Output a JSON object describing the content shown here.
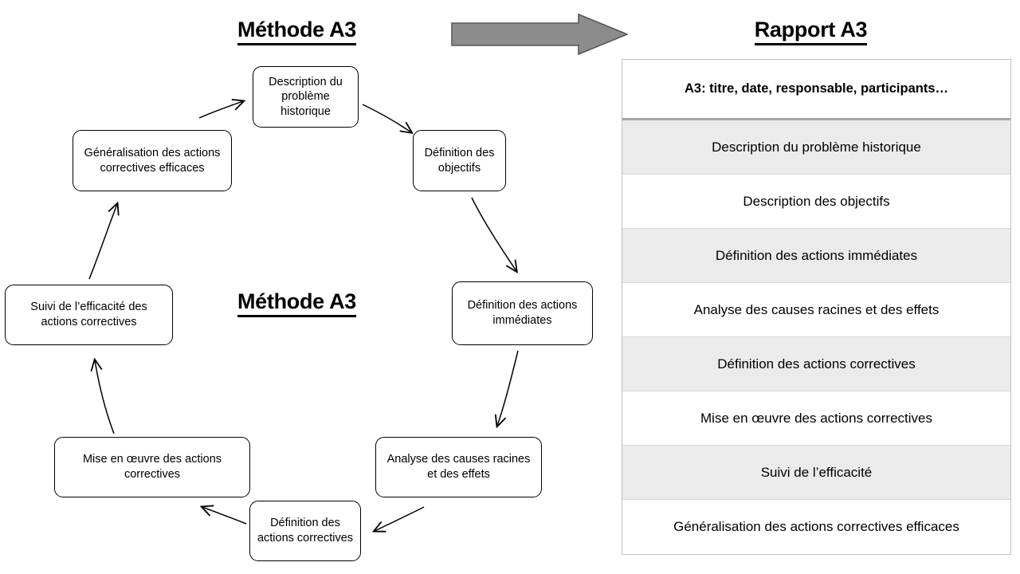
{
  "titles": {
    "method_top": "Méthode A3",
    "method_center": "Méthode A3",
    "report": "Rapport A3"
  },
  "colors": {
    "arrow_fill": "#8c8c8c",
    "arrow_stroke": "#595959",
    "table_border": "#bfbfbf",
    "row_shaded": "#ebebeb",
    "row_plain": "#ffffff",
    "header_rule": "#a6a6a6",
    "ink": "#000000"
  },
  "cycle": {
    "nodes": [
      {
        "id": "description",
        "label": "Description du problème historique"
      },
      {
        "id": "objectifs",
        "label": "Définition des objectifs"
      },
      {
        "id": "immediates",
        "label": "Définition des actions immédiates"
      },
      {
        "id": "analyse",
        "label": "Analyse des causes racines et des effets"
      },
      {
        "id": "correctives",
        "label": "Définition des actions correctives"
      },
      {
        "id": "miseenoeuvre",
        "label": "Mise en œuvre des actions correctives"
      },
      {
        "id": "suivi",
        "label": "Suivi de l’efficacité des actions correctives"
      },
      {
        "id": "generalisation",
        "label": "Généralisation des actions correctives efficaces"
      }
    ],
    "flow_direction": "clockwise",
    "connector_count": 8
  },
  "report": {
    "rows": [
      {
        "text": "A3: titre, date, responsable, participants…",
        "style": "header"
      },
      {
        "text": "Description du problème historique",
        "style": "shaded"
      },
      {
        "text": "Description des objectifs",
        "style": "plain"
      },
      {
        "text": "Définition des actions immédiates",
        "style": "shaded"
      },
      {
        "text": "Analyse des causes racines et des effets",
        "style": "plain"
      },
      {
        "text": "Définition des actions correctives",
        "style": "shaded"
      },
      {
        "text": "Mise en œuvre des actions correctives",
        "style": "plain"
      },
      {
        "text": "Suivi de l’efficacité",
        "style": "shaded"
      },
      {
        "text": "Généralisation des actions correctives efficaces",
        "style": "plain"
      }
    ]
  },
  "transition_arrow": {
    "name": "right-arrow-icon"
  }
}
